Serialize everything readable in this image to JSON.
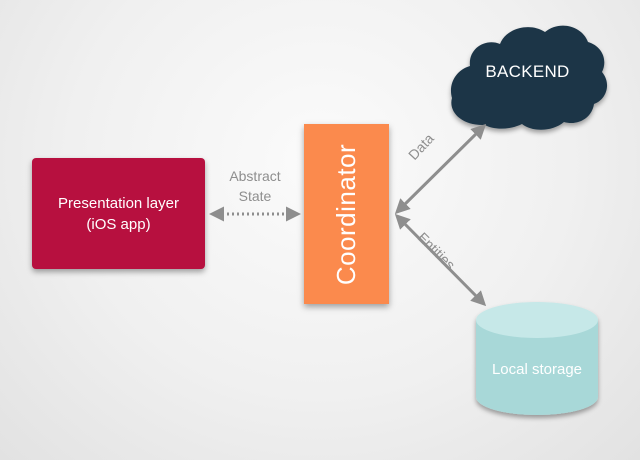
{
  "nodes": {
    "presentation": {
      "line1": "Presentation layer",
      "line2": "(iOS app)",
      "color": "#b7103f"
    },
    "coordinator": {
      "label": "Coordinator",
      "color": "#fb8a4d"
    },
    "backend": {
      "label": "BACKEND",
      "color": "#1c3547"
    },
    "local_storage": {
      "label": "Local storage",
      "color": "#a8d8d8"
    }
  },
  "edges": {
    "abstract_state": {
      "line1": "Abstract",
      "line2": "State",
      "style": "dotted"
    },
    "data": {
      "label": "Data",
      "style": "solid"
    },
    "entities": {
      "label": "Entities",
      "style": "solid"
    }
  },
  "colors": {
    "edge": "#8e8e8e",
    "background": "#f0f0f0"
  }
}
